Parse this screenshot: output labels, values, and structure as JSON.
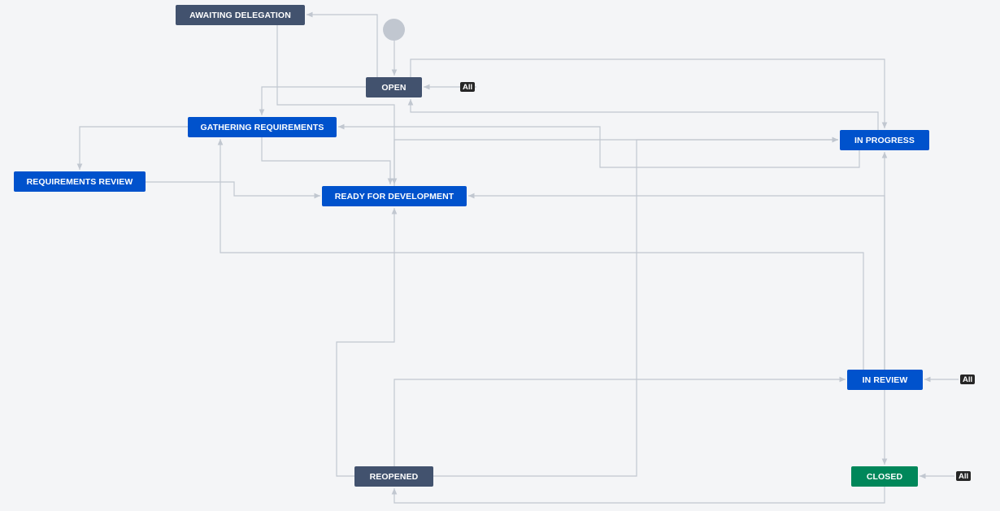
{
  "colors": {
    "background": "#f4f5f7",
    "todo": "#42526e",
    "in_progress": "#0052cc",
    "done": "#00875a",
    "line": "#c1c7d0",
    "badge": "#262626",
    "start": "#c1c7d0"
  },
  "statuses": [
    {
      "id": "awaiting",
      "label": "AWAITING DELEGATION",
      "category": "todo"
    },
    {
      "id": "open",
      "label": "OPEN",
      "category": "todo"
    },
    {
      "id": "gathering",
      "label": "GATHERING REQUIREMENTS",
      "category": "in_progress"
    },
    {
      "id": "reqreview",
      "label": "REQUIREMENTS REVIEW",
      "category": "in_progress"
    },
    {
      "id": "ready",
      "label": "READY FOR DEVELOPMENT",
      "category": "in_progress"
    },
    {
      "id": "inprogress",
      "label": "IN PROGRESS",
      "category": "in_progress"
    },
    {
      "id": "inreview",
      "label": "IN REVIEW",
      "category": "in_progress"
    },
    {
      "id": "reopened",
      "label": "REOPENED",
      "category": "todo"
    },
    {
      "id": "closed",
      "label": "CLOSED",
      "category": "done"
    }
  ],
  "global_transitions": [
    {
      "to": "open",
      "label": "All"
    },
    {
      "to": "inreview",
      "label": "All"
    },
    {
      "to": "closed",
      "label": "All"
    }
  ],
  "transitions": [
    {
      "from": "start",
      "to": "open"
    },
    {
      "from": "open",
      "to": "awaiting"
    },
    {
      "from": "open",
      "to": "gathering"
    },
    {
      "from": "open",
      "to": "inprogress"
    },
    {
      "from": "inprogress",
      "to": "open"
    },
    {
      "from": "awaiting",
      "to": "ready"
    },
    {
      "from": "gathering",
      "to": "reqreview"
    },
    {
      "from": "gathering",
      "to": "ready"
    },
    {
      "from": "reqreview",
      "to": "ready"
    },
    {
      "from": "inprogress",
      "to": "gathering"
    },
    {
      "from": "ready",
      "to": "inprogress"
    },
    {
      "from": "inreview",
      "to": "ready"
    },
    {
      "from": "inreview",
      "to": "gathering"
    },
    {
      "from": "inreview",
      "to": "inprogress"
    },
    {
      "from": "inreview",
      "to": "closed"
    },
    {
      "from": "reopened",
      "to": "ready"
    },
    {
      "from": "reopened",
      "to": "inreview"
    },
    {
      "from": "reopened",
      "to": "inprogress"
    },
    {
      "from": "closed",
      "to": "reopened"
    }
  ]
}
